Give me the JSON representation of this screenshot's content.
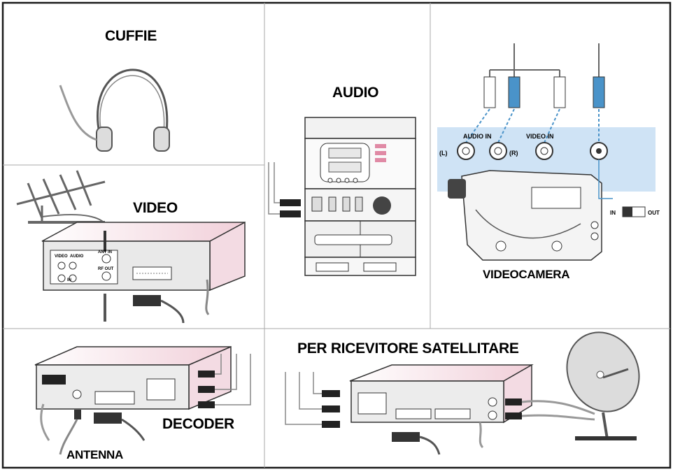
{
  "labels": {
    "cuffie": "CUFFIE",
    "audio": "AUDIO",
    "video": "VIDEO",
    "videocamera": "VIDEOCAMERA",
    "decoder": "DECODER",
    "antenna": "ANTENNA",
    "satellite": "PER RICEVITORE SATELLITARE"
  },
  "camera_panel": {
    "audio_in": "AUDIO IN",
    "video_in": "VIDEO IN",
    "left": "(L)",
    "right": "(R)",
    "switch_in": "IN",
    "switch_out": "OUT"
  },
  "vcr_panel": {
    "video": "VIDEO",
    "audio": "AUDIO",
    "in": "IN",
    "ant_in": "ANT IN",
    "rf_out": "RF OUT"
  },
  "colors": {
    "border": "#1a1a1a",
    "panel_blue": "#cfe3f5",
    "plug_blue": "#4a93c9",
    "device_pink": "#f6e4ea",
    "line_gray": "#666666"
  }
}
